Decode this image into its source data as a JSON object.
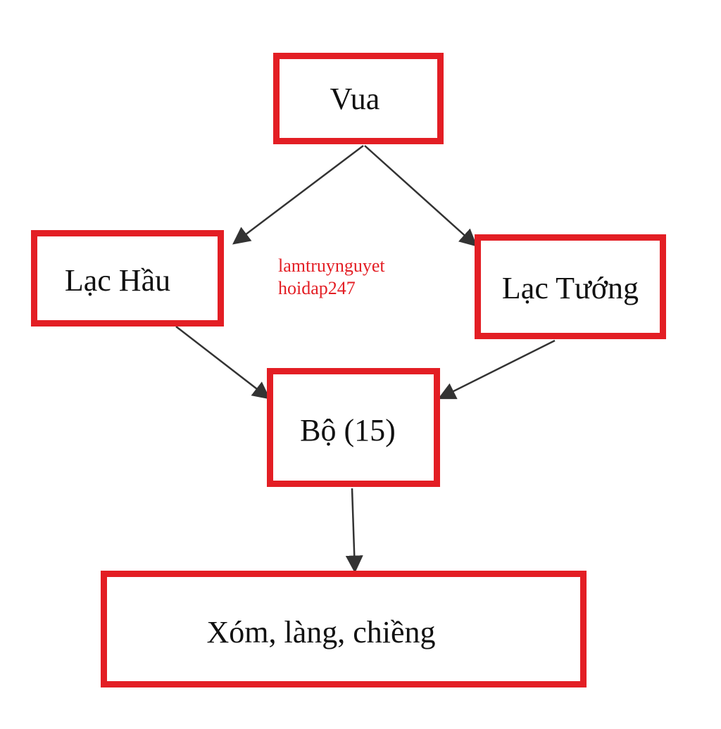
{
  "diagram": {
    "nodes": {
      "vua": "Vua",
      "lac_hau": "Lạc Hầu",
      "lac_tuong": "Lạc Tướng",
      "bo": "Bộ (15)",
      "xom": "Xóm, làng, chiềng"
    },
    "edges": [
      {
        "from": "vua",
        "to": "lac_hau"
      },
      {
        "from": "vua",
        "to": "lac_tuong"
      },
      {
        "from": "lac_hau",
        "to": "bo"
      },
      {
        "from": "lac_tuong",
        "to": "bo"
      },
      {
        "from": "bo",
        "to": "xom"
      }
    ],
    "colors": {
      "border": "#e31e24",
      "arrow": "#333333",
      "text": "#111111",
      "watermark": "#e31e24"
    }
  },
  "watermark": {
    "line1": "lamtruynguyet",
    "line2": "hoidap247"
  }
}
